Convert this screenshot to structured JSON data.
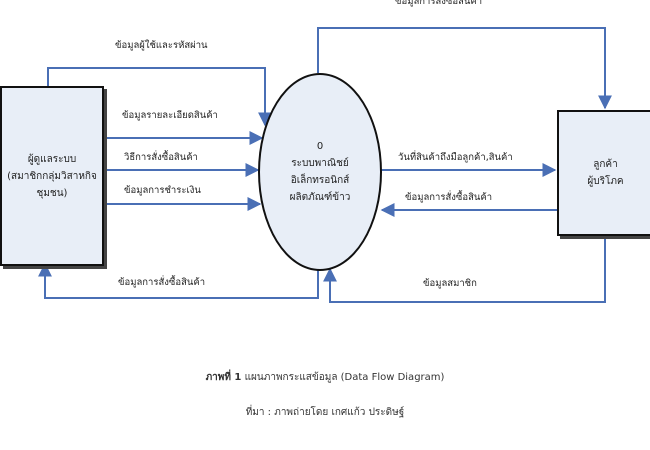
{
  "entities": {
    "admin": {
      "line1": "ผู้ดูแลระบบ",
      "line2": "(สมาชิกกลุ่มวิสาหกิจ",
      "line3": "ชุมชน)"
    },
    "customer": {
      "line1": "ลูกค้า",
      "line2": "ผู้บริโภค"
    }
  },
  "process": {
    "number": "0",
    "line1": "ระบบพาณิชย์",
    "line2": "อิเล็กทรอนิกส์",
    "line3": "ผลิตภัณฑ์ข้าว"
  },
  "flows": {
    "top_to_customer": "ข้อมูลการสั่งซื้อสินค้า",
    "admin_credentials": "ข้อมูลผู้ใช้และรหัสผ่าน",
    "product_details": "ข้อมูลรายละเอียดสินค้า",
    "order_method": "วิธีการสั่งซื้อสินค้า",
    "payment_info": "ข้อมูลการชำระเงิน",
    "order_to_admin": "ข้อมูลการสั่งซื้อสินค้า",
    "delivery_date": "วันที่สินค้าถึงมือลูกค้า,สินค้า",
    "customer_order": "ข้อมูลการสั่งซื้อสินค้า",
    "member_info": "ข้อมูลสมาชิก"
  },
  "caption": {
    "figure_label": "ภาพที่ 1",
    "figure_title": "แผนภาพกระแสข้อมูล (Data Flow Diagram)",
    "source": "ที่มา : ภาพถ่ายโดย เกศแก้ว ประดิษฐ์"
  },
  "colors": {
    "arrow": "#4a6fb5",
    "box_fill": "#e8eef7",
    "border": "#111111"
  }
}
